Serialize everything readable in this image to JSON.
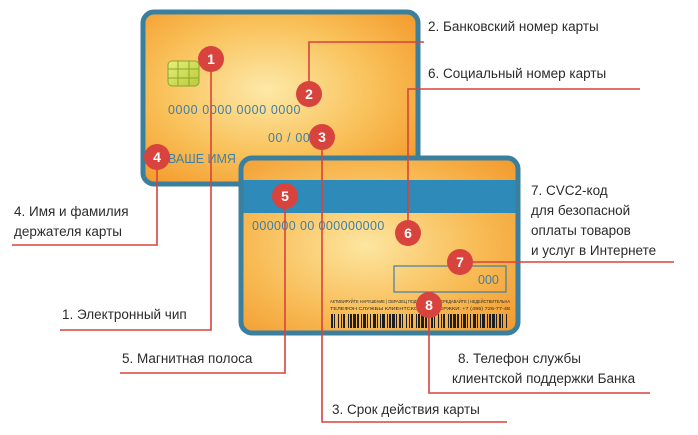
{
  "colors": {
    "card_border": "#3b7f9f",
    "card_orange": "#f7a431",
    "card_light": "#fde9a8",
    "stripe": "#2e8ab8",
    "badge_red": "#d9433d",
    "leader": "#d9433d",
    "card_text": "#3f7fa6"
  },
  "front_card": {
    "number": "0000 0000 0000 0000",
    "expiry": "00 / 00",
    "holder": "ВАШЕ ИМЯ"
  },
  "back_card": {
    "social_number": "000000 00 000000000",
    "cvc": "000",
    "fine_print_1": "АКТИВИРУЙТЕ НАРУШЕНИЕ | ОБРАЗЕЦ ПОДПИСИ | НЕ ПЕРЕДАВАЙТЕ | НЕДЕЙСТВИТЕЛЬНА",
    "fine_print_2": "ТЕЛЕФОН СЛУЖБЫ КЛИЕНТСКОЙ ПОДДЕРЖКИ: +7 (495) 726-77-48"
  },
  "badges": [
    "1",
    "2",
    "3",
    "4",
    "5",
    "6",
    "7",
    "8"
  ],
  "labels": {
    "l2": "2. Банковский номер карты",
    "l6": "6. Социальный номер карты",
    "l7": [
      "7. CVC2-код",
      "для безопасной",
      "оплаты товаров",
      "и услуг в Интернете"
    ],
    "l4": [
      "4. Имя и фамилия",
      "держателя карты"
    ],
    "l1": "1. Электронный чип",
    "l5": "5. Магнитная полоса",
    "l8": [
      "8. Телефон службы",
      "клиентской поддержки Банка"
    ],
    "l3": "3. Срок действия карты"
  }
}
